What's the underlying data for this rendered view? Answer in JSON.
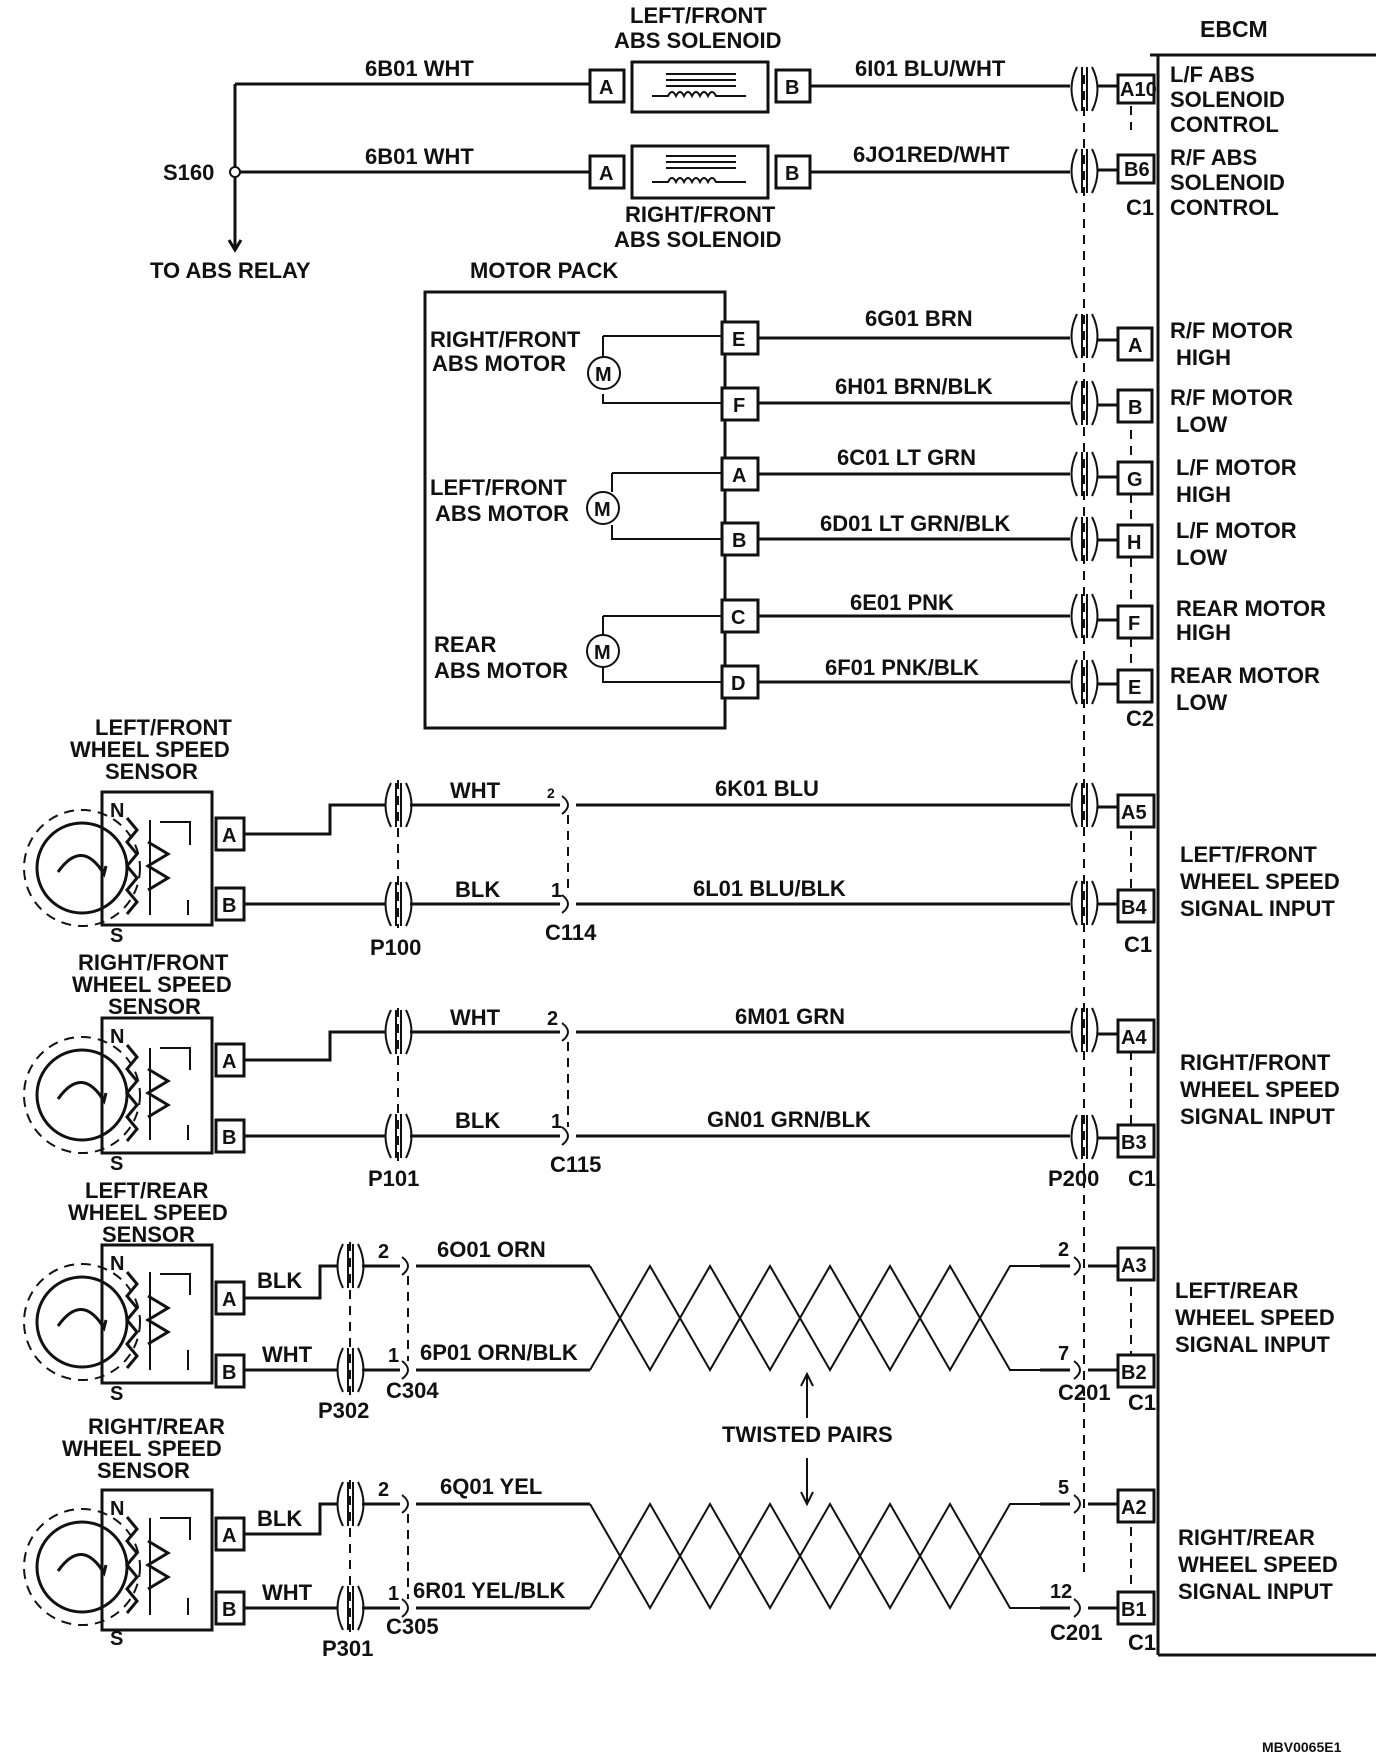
{
  "ebcm": {
    "title": "EBCM",
    "connectors": {
      "c1_top": "C1",
      "c2": "C2",
      "c1_lf": "C1",
      "c1_rf": "C1",
      "c1_lr": "C1",
      "c1_rr": "C1"
    },
    "labels": {
      "lf_sol": [
        "L/F ABS",
        "SOLENOID",
        "CONTROL"
      ],
      "rf_sol": [
        "R/F ABS",
        "SOLENOID",
        "CONTROL"
      ],
      "rf_high": [
        "R/F MOTOR",
        "HIGH"
      ],
      "rf_low": [
        "R/F MOTOR",
        "LOW"
      ],
      "lf_high": [
        "L/F MOTOR",
        "HIGH"
      ],
      "lf_low": [
        "L/F MOTOR",
        "LOW"
      ],
      "rear_high": [
        "REAR MOTOR",
        "HIGH"
      ],
      "rear_low": [
        "REAR MOTOR",
        "LOW"
      ],
      "lf_wss": [
        "LEFT/FRONT",
        "WHEEL SPEED",
        "SIGNAL INPUT"
      ],
      "rf_wss": [
        "RIGHT/FRONT",
        "WHEEL SPEED",
        "SIGNAL INPUT"
      ],
      "lr_wss": [
        "LEFT/REAR",
        "WHEEL SPEED",
        "SIGNAL INPUT"
      ],
      "rr_wss": [
        "RIGHT/REAR",
        "WHEEL SPEED",
        "SIGNAL INPUT"
      ]
    }
  },
  "pins": {
    "ebcm_a10": "A10",
    "ebcm_b6": "B6",
    "ebcm_a": "A",
    "ebcm_b": "B",
    "ebcm_g": "G",
    "ebcm_h": "H",
    "ebcm_f": "F",
    "ebcm_e": "E",
    "ebcm_a5": "A5",
    "ebcm_b4": "B4",
    "ebcm_a4": "A4",
    "ebcm_b3": "B3",
    "ebcm_a3": "A3",
    "ebcm_b2": "B2",
    "ebcm_a2": "A2",
    "ebcm_b1": "B1",
    "sol_a": "A",
    "sol_b": "B",
    "mp_e": "E",
    "mp_f": "F",
    "mp_a": "A",
    "mp_b": "B",
    "mp_c": "C",
    "mp_d": "D",
    "sensor_a": "A",
    "sensor_b": "B",
    "c2_num": "2",
    "c1_num": "1",
    "c201_2": "2",
    "c201_7": "7",
    "c201_5": "5",
    "c201_12": "12"
  },
  "solenoids": {
    "lf_label": [
      "LEFT/FRONT",
      "ABS SOLENOID"
    ],
    "rf_label": [
      "RIGHT/FRONT",
      "ABS SOLENOID"
    ]
  },
  "splice": {
    "name": "S160",
    "relay": "TO ABS RELAY"
  },
  "motor_pack": {
    "title": "MOTOR PACK",
    "rf_motor": [
      "RIGHT/FRONT",
      "ABS MOTOR"
    ],
    "lf_motor": [
      "LEFT/FRONT",
      "ABS MOTOR"
    ],
    "rear_motor": [
      "REAR",
      "ABS MOTOR"
    ],
    "motor_symbol": "M"
  },
  "sensors": {
    "lf": [
      "LEFT/FRONT",
      "WHEEL SPEED",
      "SENSOR"
    ],
    "rf": [
      "RIGHT/FRONT",
      "WHEEL SPEED",
      "SENSOR"
    ],
    "lr": [
      "LEFT/REAR",
      "WHEEL SPEED",
      "SENSOR"
    ],
    "rr": [
      "RIGHT/REAR",
      "WHEEL SPEED",
      "SENSOR"
    ],
    "north": "N",
    "south": "S"
  },
  "wires": {
    "sol_lf_a": "6B01 WHT",
    "sol_rf_a": "6B01 WHT",
    "sol_lf_b": "6I01 BLU/WHT",
    "sol_rf_b": "6JO1RED/WHT",
    "mp_e": "6G01 BRN",
    "mp_f": "6H01 BRN/BLK",
    "mp_a": "6C01 LT GRN",
    "mp_b": "6D01 LT GRN/BLK",
    "mp_c": "6E01 PNK",
    "mp_d": "6F01 PNK/BLK",
    "lf_a_local": "WHT",
    "lf_b_local": "BLK",
    "lf_a": "6K01 BLU",
    "lf_b": "6L01 BLU/BLK",
    "rf_a_local": "WHT",
    "rf_b_local": "BLK",
    "rf_a": "6M01 GRN",
    "rf_b": "GN01 GRN/BLK",
    "lr_a_local": "BLK",
    "lr_b_local": "WHT",
    "lr_a": "6O01 ORN",
    "lr_b": "6P01 ORN/BLK",
    "rr_a_local": "BLK",
    "rr_b_local": "WHT",
    "rr_a": "6Q01 YEL",
    "rr_b": "6R01 YEL/BLK"
  },
  "connectors": {
    "p100": "P100",
    "c114": "C114",
    "p101": "P101",
    "c115": "C115",
    "p200": "P200",
    "p302": "P302",
    "c304": "C304",
    "c201_top": "C201",
    "p301": "P301",
    "c305": "C305",
    "c201_bottom": "C201"
  },
  "twisted_pairs": "TWISTED PAIRS",
  "figure_id": "MBV0065E1"
}
